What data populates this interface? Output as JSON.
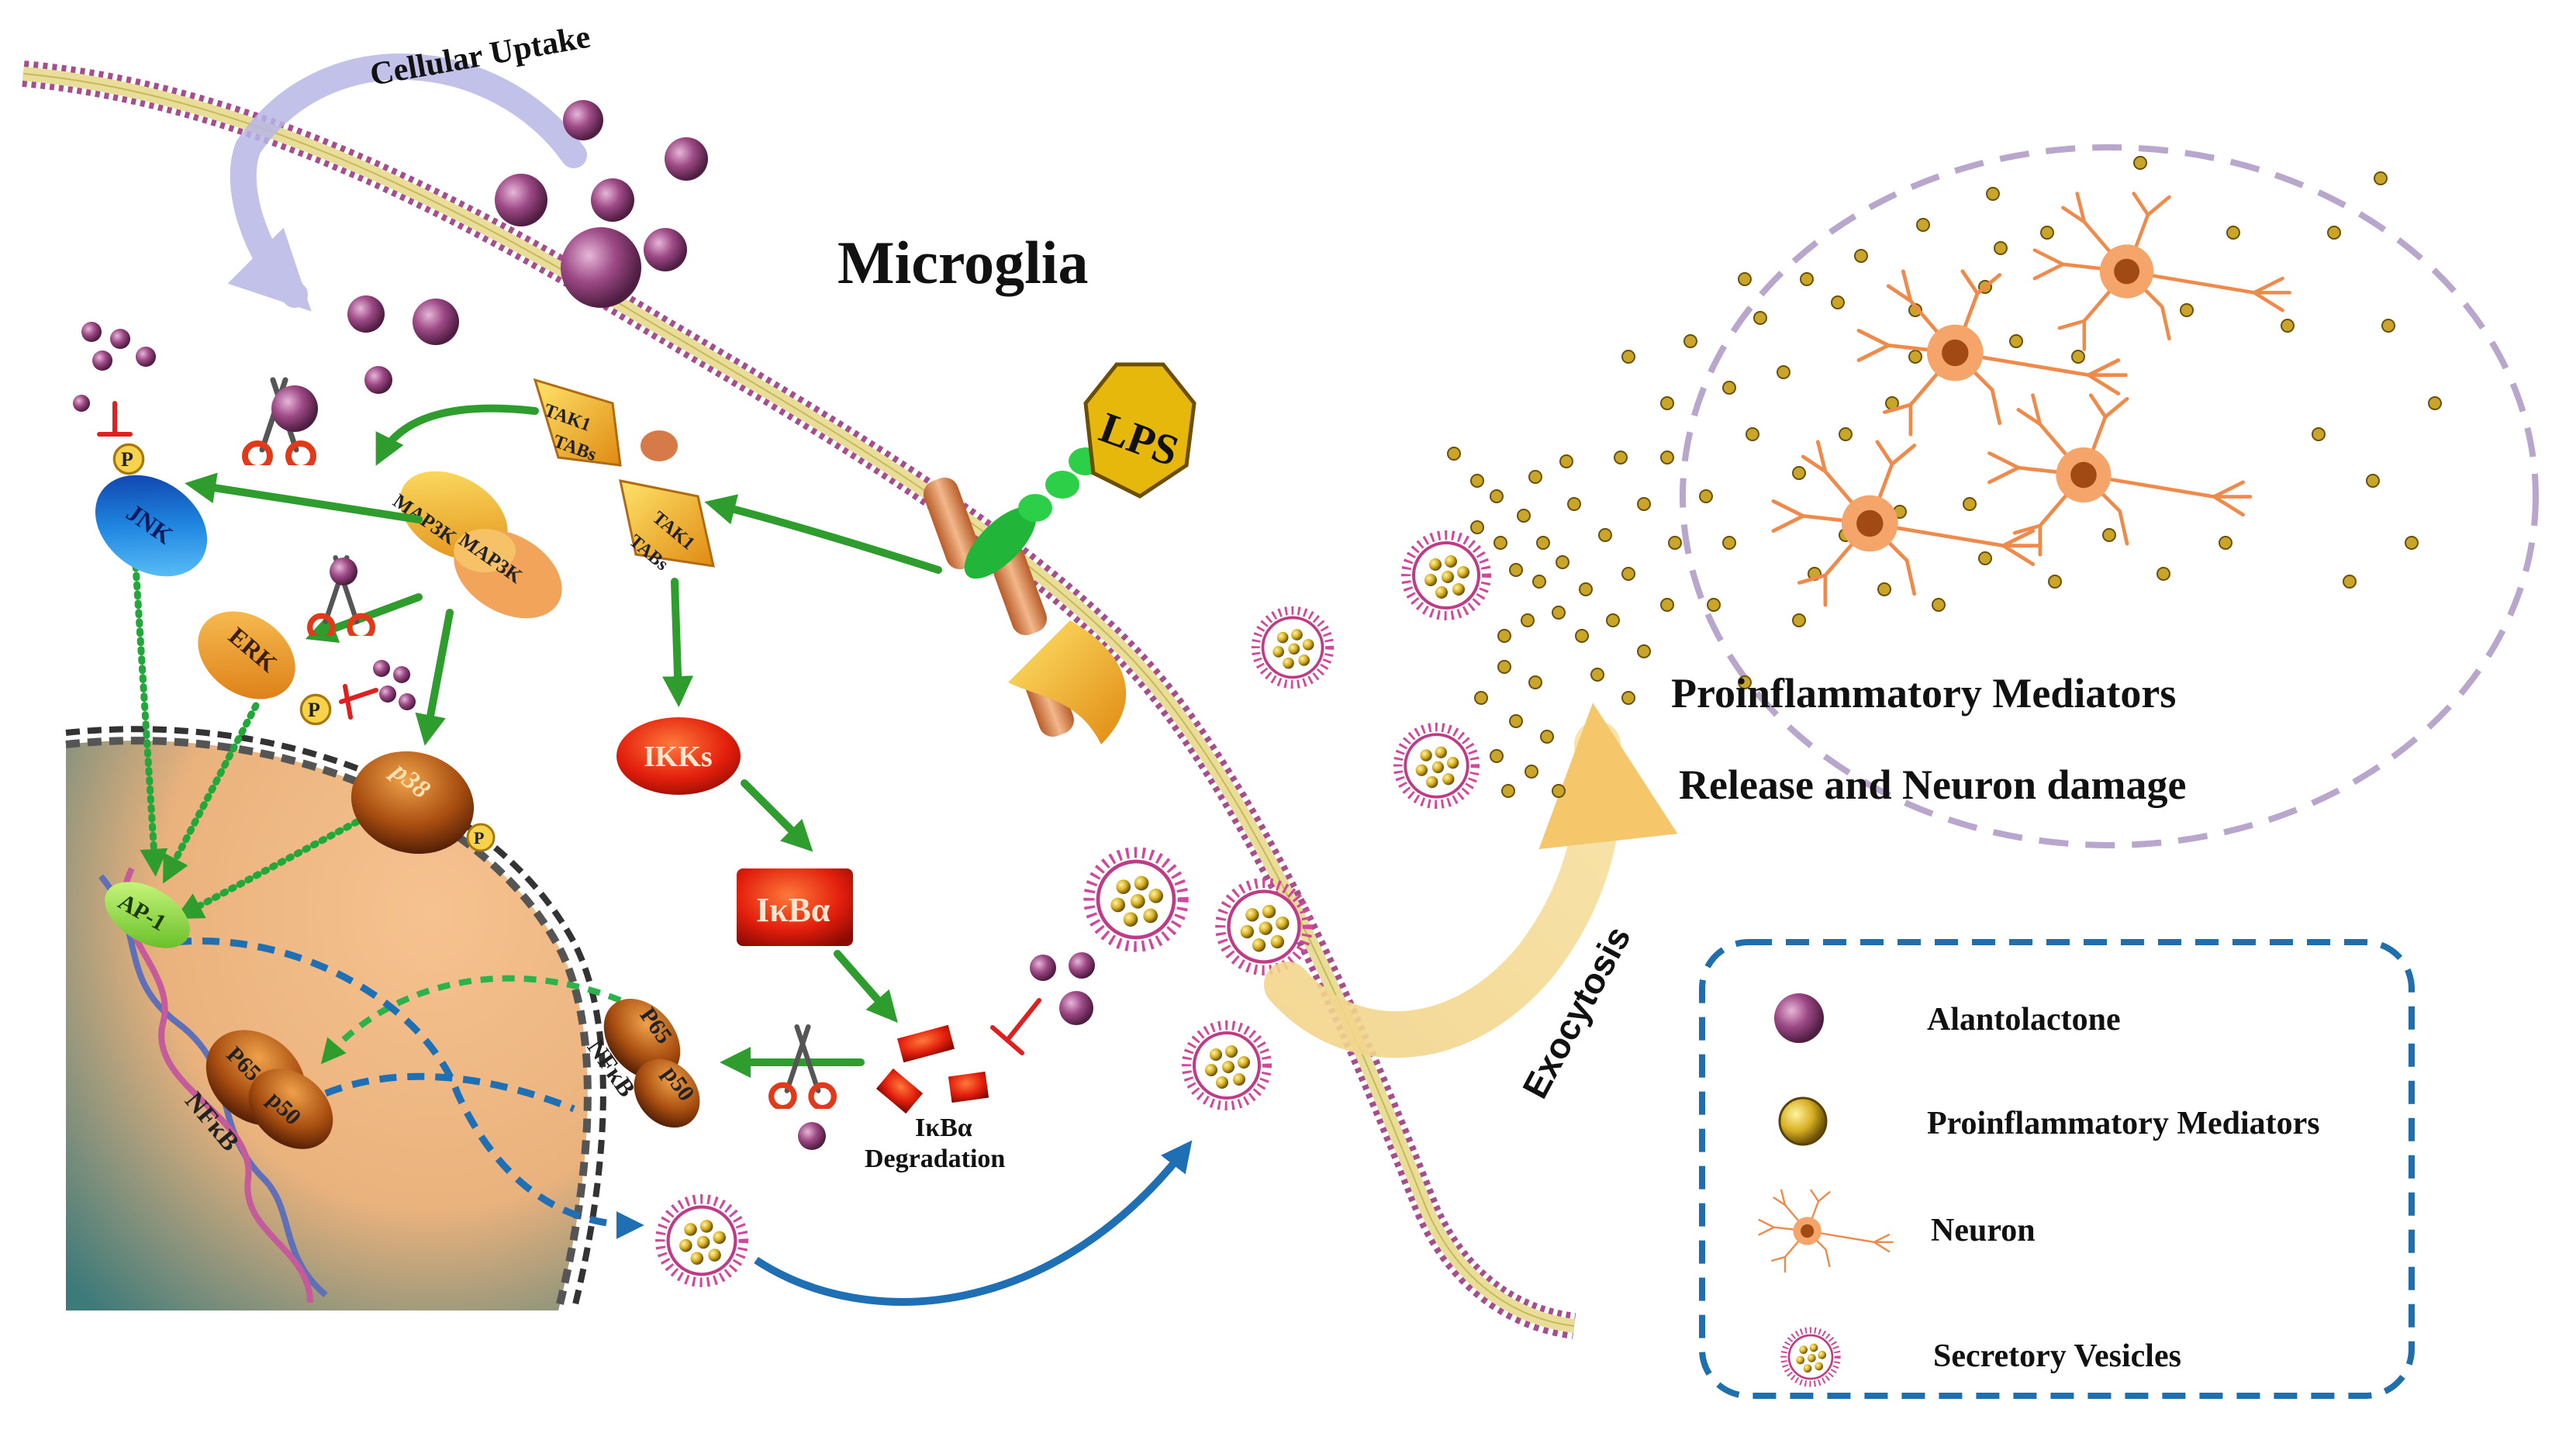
{
  "labels": {
    "cellular_uptake": "Cellular Uptake",
    "microglia": "Microglia",
    "lps": "LPS",
    "tak1_a": "TAK1",
    "tab_a": "TABs",
    "tak1_b": "TAK1",
    "tab_b": "TABs",
    "map3k_a": "MAP3K",
    "map3k_b": "MAP3K",
    "jnk": "JNK",
    "erk": "ERK",
    "p38": "p38",
    "phospho": "P",
    "ikks": "IKKs",
    "ikba": "IκBα",
    "ikba_degradation_1": "IκBα",
    "ikba_degradation_2": "Degradation",
    "ap1": "AP-1",
    "p65": "P65",
    "p50": "p50",
    "nfkb": "NFκB",
    "exocytosis": "Exocytosis",
    "release_line1": "Proinflammatory Mediators",
    "release_line2": "Release and Neuron damage"
  },
  "legend": {
    "items": [
      {
        "icon": "alantolactone-icon",
        "label": "Alantolactone"
      },
      {
        "icon": "mediator-icon",
        "label": "Proinflammatory Mediators"
      },
      {
        "icon": "neuron-icon",
        "label": "Neuron"
      },
      {
        "icon": "vesicle-icon",
        "label": "Secretory Vesicles"
      }
    ]
  },
  "colors": {
    "membrane": "#a64d8f",
    "membrane_core": "#e8de9a",
    "activation_arrow": "#2e9d2e",
    "transcription_arrow": "#2a7fc1",
    "inhibition": "#e02020",
    "alantolactone": "#9e4a86",
    "mediator": "#c9a52a",
    "neuron": "#f08a4b",
    "nucleus": "#f2b27c",
    "legend_border": "#1f6fae",
    "extracellular_border": "#b9a6cc"
  }
}
